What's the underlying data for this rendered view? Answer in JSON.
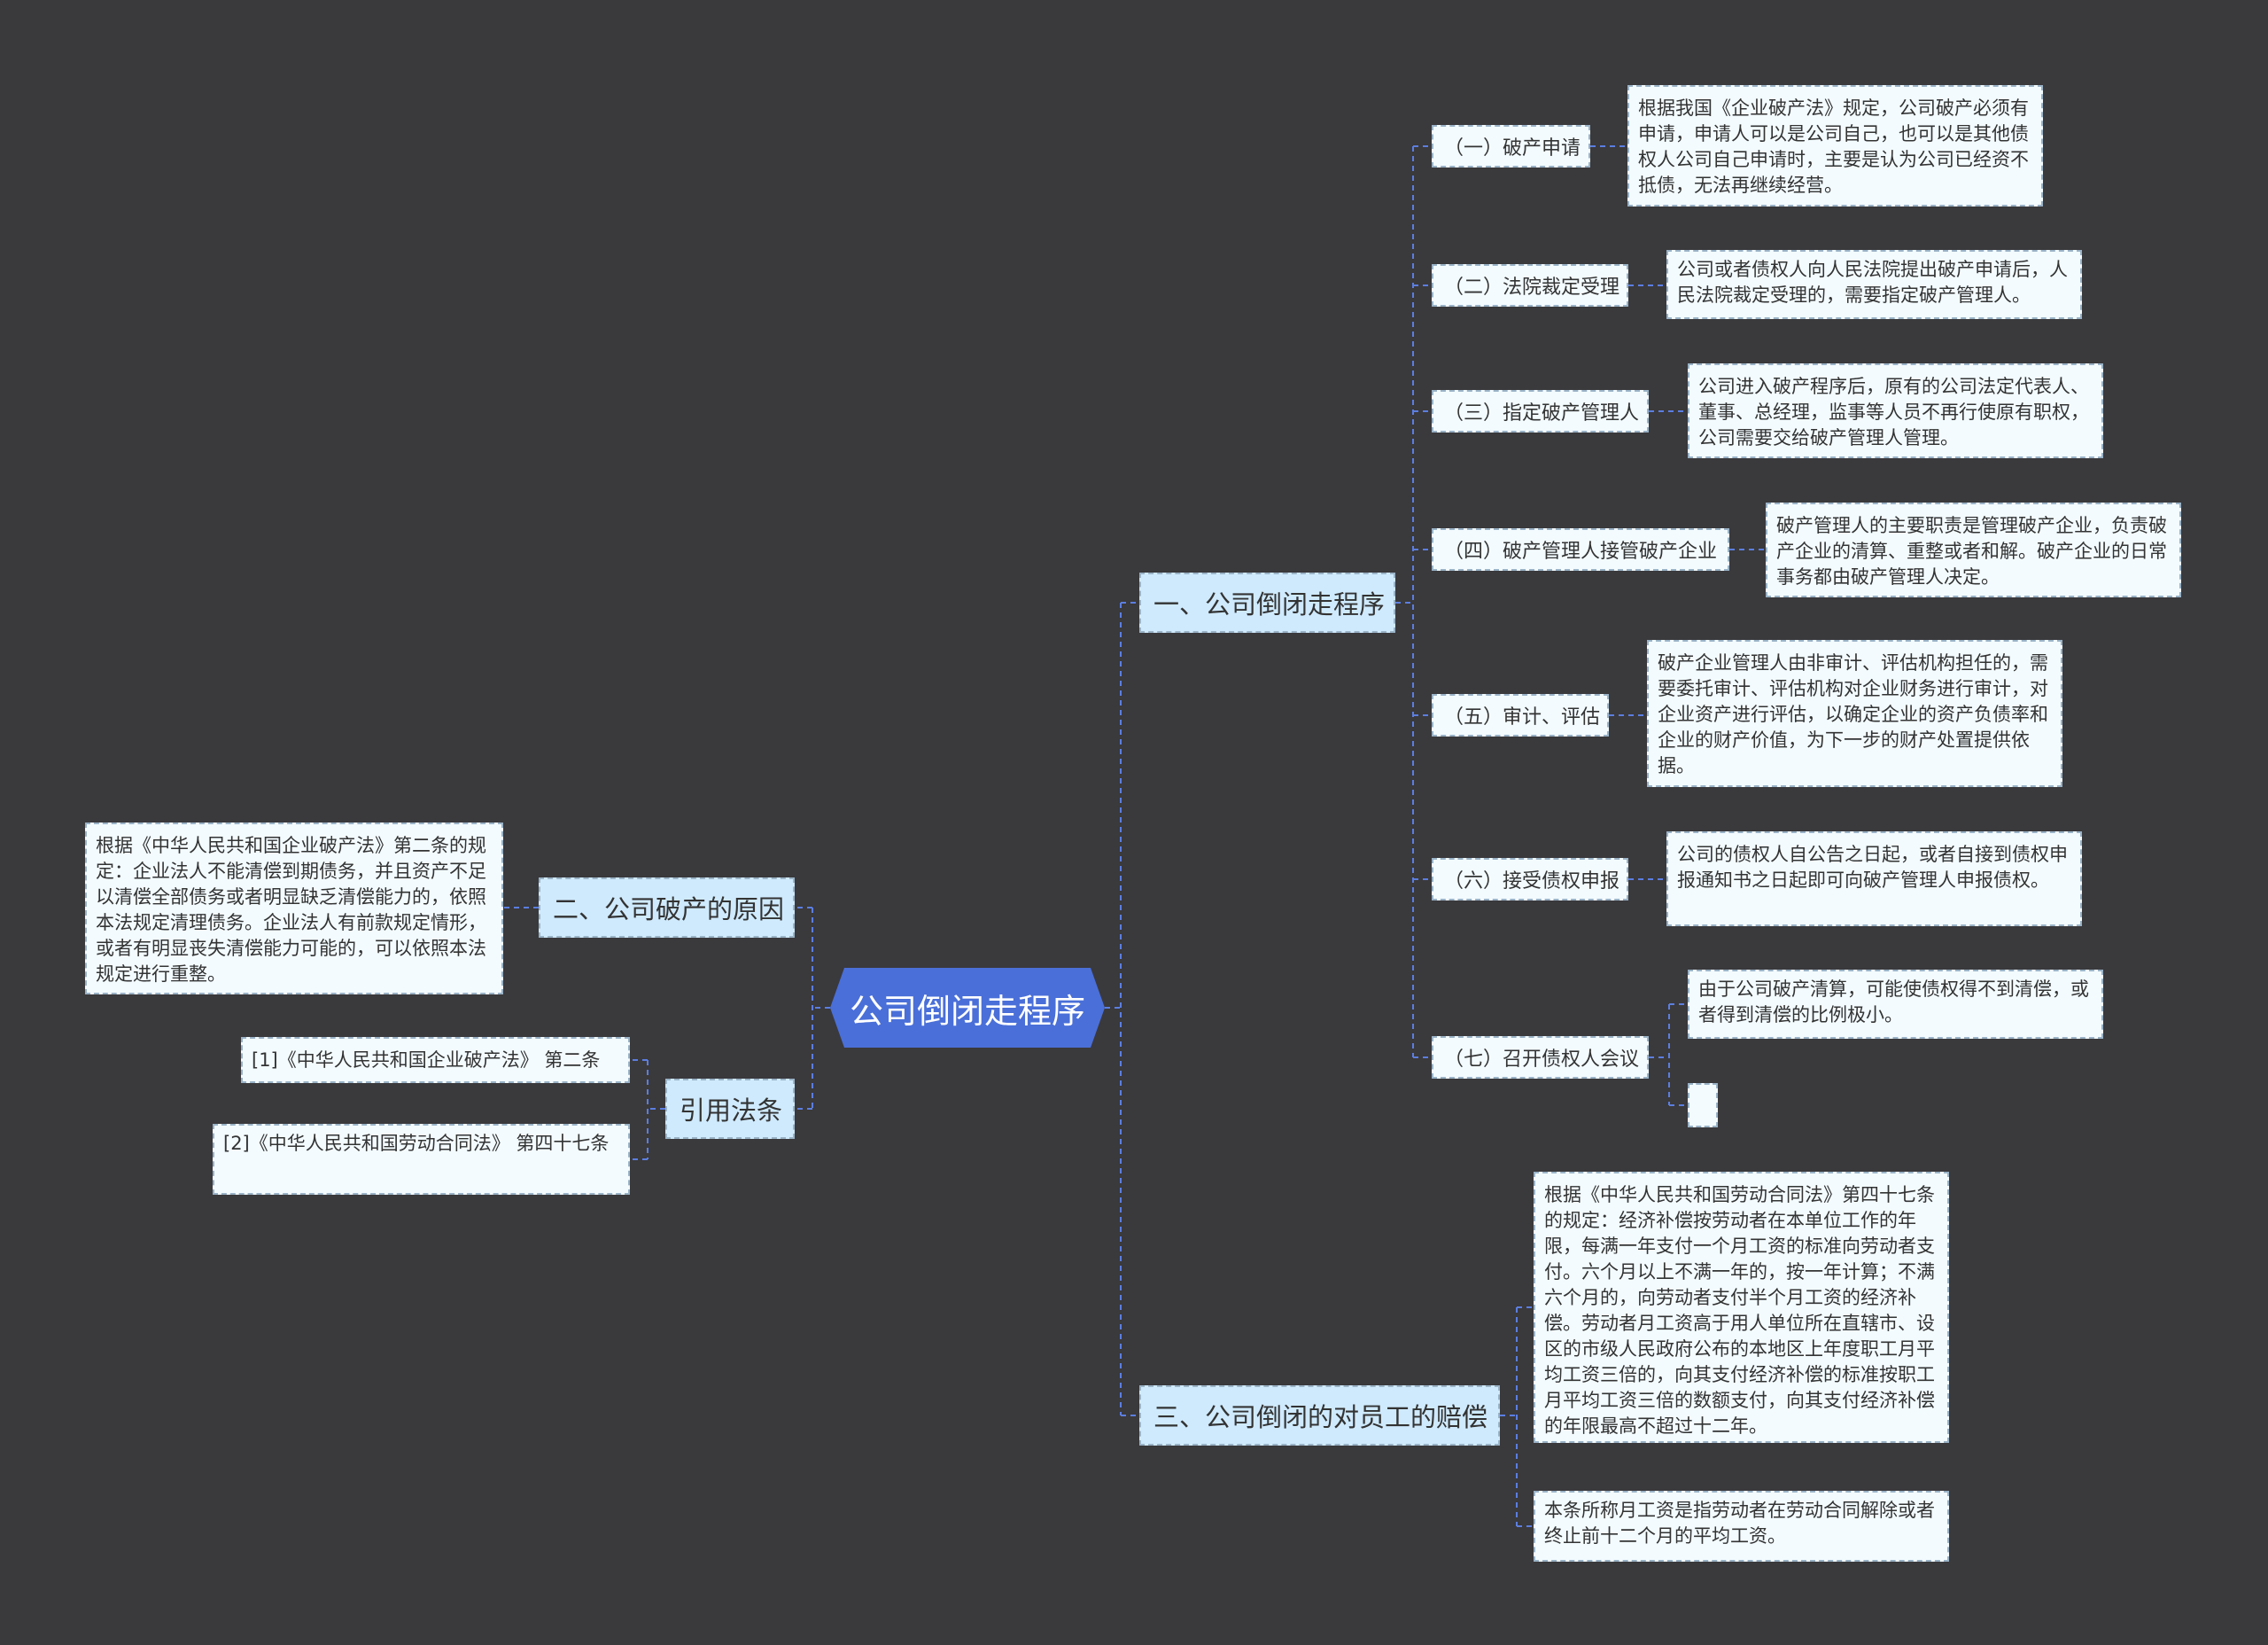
{
  "root": "公司倒闭走程序",
  "branches": {
    "procedure": {
      "title": "一、公司倒闭走程序",
      "steps": [
        {
          "label": "（一）破产申请",
          "detail": "根据我国《企业破产法》规定，公司破产必须有申请，申请人可以是公司自己，也可以是其他债权人公司自己申请时，主要是认为公司已经资不抵债，无法再继续经营。"
        },
        {
          "label": "（二）法院裁定受理",
          "detail": "公司或者债权人向人民法院提出破产申请后，人民法院裁定受理的，需要指定破产管理人。"
        },
        {
          "label": "（三）指定破产管理人",
          "detail": "公司进入破产程序后，原有的公司法定代表人、董事、总经理，监事等人员不再行使原有职权，公司需要交给破产管理人管理。"
        },
        {
          "label": "（四）破产管理人接管破产企业",
          "detail": "破产管理人的主要职责是管理破产企业，负责破产企业的清算、重整或者和解。破产企业的日常事务都由破产管理人决定。"
        },
        {
          "label": "（五）审计、评估",
          "detail": "破产企业管理人由非审计、评估机构担任的，需要委托审计、评估机构对企业财务进行审计，对企业资产进行评估，以确定企业的资产负债率和企业的财产价值，为下一步的财产处置提供依据。"
        },
        {
          "label": "（六）接受债权申报",
          "detail": "公司的债权人自公告之日起，或者自接到债权申报通知书之日起即可向破产管理人申报债权。"
        },
        {
          "label": "（七）召开债权人会议",
          "detail": "由于公司破产清算，可能使债权得不到清偿，或者得到清偿的比例极小。",
          "detail2": ""
        }
      ]
    },
    "reason": {
      "title": "二、公司破产的原因",
      "detail": "根据《中华人民共和国企业破产法》第二条的规定：企业法人不能清偿到期债务，并且资产不足以清偿全部债务或者明显缺乏清偿能力的，依照本法规定清理债务。企业法人有前款规定情形，或者有明显丧失清偿能力可能的，可以依照本法规定进行重整。"
    },
    "laws": {
      "title": "引用法条",
      "items": [
        "[1]《中华人民共和国企业破产法》 第二条",
        "[2]《中华人民共和国劳动合同法》 第四十七条"
      ]
    },
    "compensation": {
      "title": "三、公司倒闭的对员工的赔偿",
      "details": [
        "根据《中华人民共和国劳动合同法》第四十七条的规定：经济补偿按劳动者在本单位工作的年限，每满一年支付一个月工资的标准向劳动者支付。六个月以上不满一年的，按一年计算；不满六个月的，向劳动者支付半个月工资的经济补偿。劳动者月工资高于用人单位所在直辖市、设区的市级人民政府公布的本地区上年度职工月平均工资三倍的，向其支付经济补偿的标准按职工月平均工资三倍的数额支付，向其支付经济补偿的年限最高不超过十二年。",
        "本条所称月工资是指劳动者在劳动合同解除或者终止前十二个月的平均工资。"
      ]
    }
  },
  "colors": {
    "background": "#3a393c",
    "root_fill": "#4a6fd8",
    "branch_fill": "#cfeafd",
    "node_fill": "#f3fbff",
    "connector": "#5b7ee0"
  }
}
